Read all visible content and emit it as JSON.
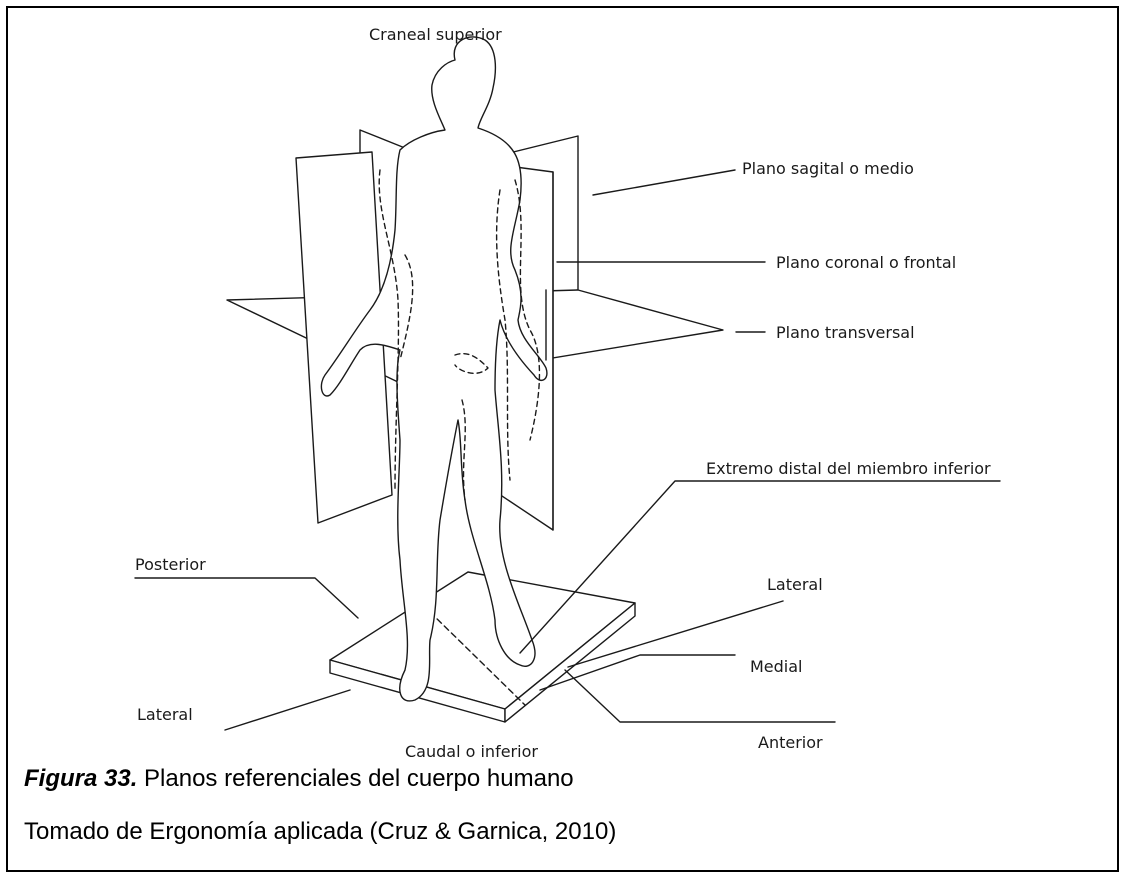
{
  "labels": {
    "top": "Craneal superior",
    "sagittal": "Plano sagital o medio",
    "coronal": "Plano coronal o frontal",
    "transverse": "Plano transversal",
    "distal": "Extremo distal del miembro inferior",
    "posterior": "Posterior",
    "lateral_right": "Lateral",
    "medial": "Medial",
    "lateral_left": "Lateral",
    "bottom": "Caudal o inferior",
    "anterior": "Anterior"
  },
  "caption": {
    "figure_label": "Figura 33.",
    "figure_title": " Planos referenciales del cuerpo humano",
    "source": "Tomado de Ergonomía aplicada (Cruz & Garnica, 2010)"
  }
}
